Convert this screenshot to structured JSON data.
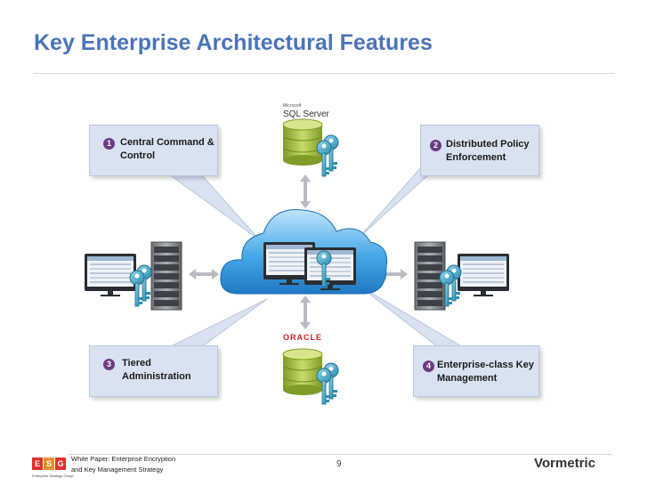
{
  "title": "Key Enterprise Architectural Features",
  "callouts": [
    {
      "number": "1",
      "text": "Central Command & Control"
    },
    {
      "number": "2",
      "text": "Distributed Policy Enforcement"
    },
    {
      "number": "3",
      "text": "Tiered Administration"
    },
    {
      "number": "4",
      "text": "Enterprise-class Key Management"
    }
  ],
  "logos": {
    "sql_small": "Microsoft",
    "sql": "SQL Server",
    "oracle": "ORACLE",
    "esg_letters": [
      "E",
      "S",
      "G"
    ],
    "esg_tagline": "Enterprise Strategy Group",
    "vormetric": "Vormetric"
  },
  "footer": {
    "line1": "White Paper: Enterprise Encryption",
    "line2": "and Key Management Strategy",
    "page": "9"
  },
  "colors": {
    "title": "#4a74b8",
    "callout_fill": "#d9e2f0",
    "number_badge": "#6b3b82",
    "cloud": "#2e8fd6",
    "database": "#9fbf3a",
    "key": "#3aa6c8",
    "esg_e": "#e2312d",
    "esg_s": "#e98f2a",
    "esg_g": "#e2312d"
  }
}
